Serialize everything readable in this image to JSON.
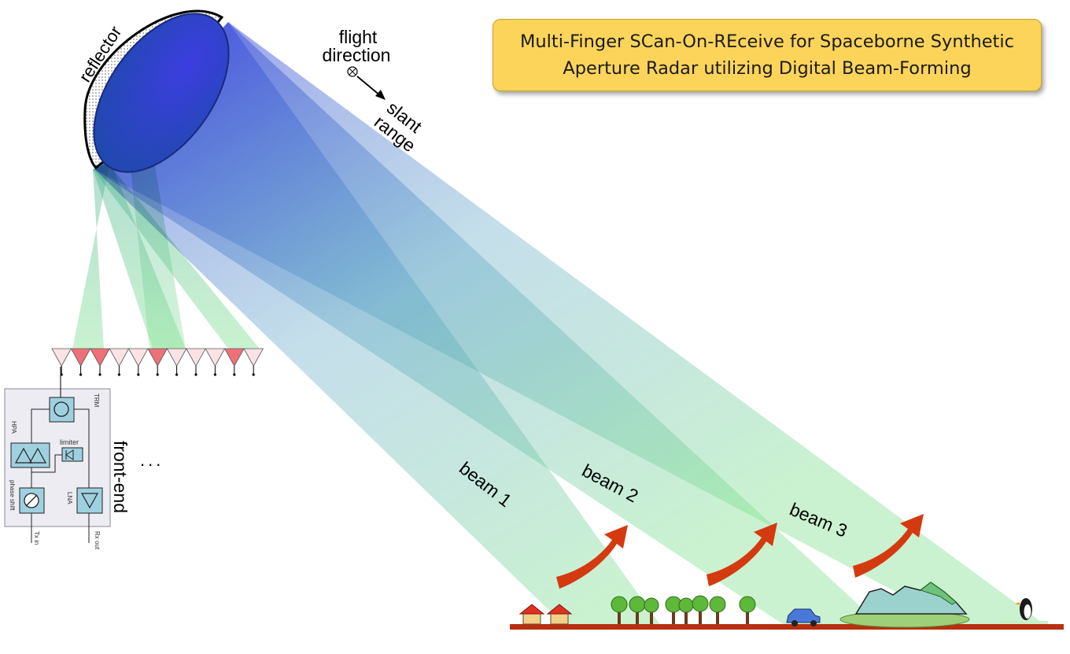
{
  "title": {
    "line1": "Multi-Finger SCan-On-REceive for Spaceborne Synthetic",
    "line2": "Aperture Radar utilizing Digital Beam-Forming"
  },
  "reflector": {
    "label": "reflector"
  },
  "geometry": {
    "flight_label_1": "flight",
    "flight_label_2": "direction",
    "slant_label_1": "slant",
    "slant_label_2": "range"
  },
  "beams": [
    {
      "label": "beam 1"
    },
    {
      "label": "beam 2"
    },
    {
      "label": "beam 3"
    }
  ],
  "front_end": {
    "label": "front-end",
    "ellipsis": "...",
    "trm": "TRM",
    "hpa": "HPA",
    "limiter": "limiter",
    "phase_shift": "phase shift",
    "lna": "LNA",
    "tx_in": "Tx in",
    "rx_out": "Rx out"
  },
  "feed_array": {
    "element_count": 11,
    "active_elements": [
      1,
      2,
      5,
      9
    ]
  },
  "colors": {
    "title_bg": "#fdd45a",
    "beam_top": "#3b4fd8",
    "beam_bottom": "#7ee08c",
    "scan_arrow": "#d43a10",
    "ground": "#b8300f",
    "feed_active": "#f0707a",
    "feed_inactive": "#fbe3e5"
  }
}
